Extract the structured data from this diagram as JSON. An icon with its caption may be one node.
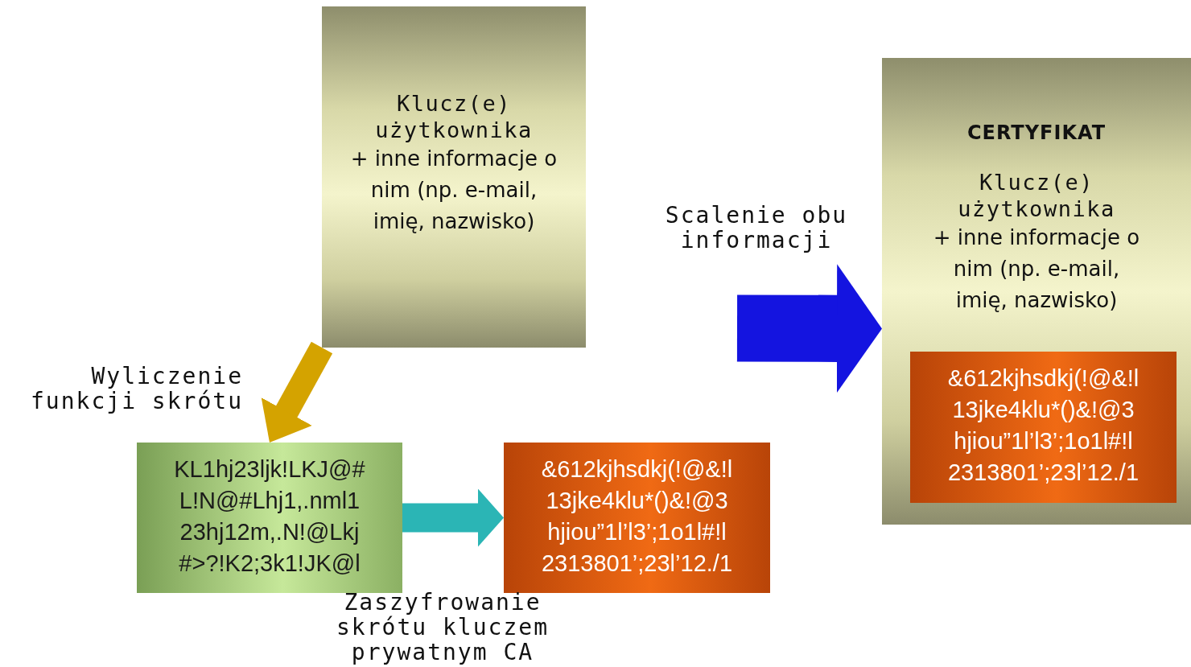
{
  "diagram": {
    "nodes": [
      {
        "text": [
          "Klucz(e) użytkownika",
          "+ inne informacje o nim (np. e-mail, imię, nazwisko)"
        ]
      },
      {
        "text": [
          "KL1hj23ljk!LKJ@# L!N@#Lhj1,.nml1 23hj12m,.N!@Lkj #>?!K2;3k1!JK@l"
        ]
      },
      {
        "text": [
          "&612kjhsdkj(!@&!l 13jke4klu*()&!@3 hjiou”1l’l3’;1o1l#!l 2313801’;23l’12./1"
        ]
      },
      {
        "text": [
          "CERTYFIKAT",
          "Klucz(e) użytkownika",
          "+ inne informacje o nim (np. e-mail, imię, nazwisko)"
        ]
      },
      {
        "text": [
          "&612kjhsdkj(!@&!l 13jke4klu*()&!@3 hjiou”1l’l3’;1o1l#!l 2313801’;23l’12./1"
        ],
        "in": 3
      }
    ],
    "edges": [
      {
        "from": 0,
        "to": 1,
        "arrow": "to",
        "label": "Wyliczenie funkcji skrótu",
        "color": "#d4a300"
      },
      {
        "from": 1,
        "to": 2,
        "arrow": "to",
        "label": "Zaszyfrowanie skrótu kluczem prywatnym CA",
        "color": "#2bb5b5"
      },
      {
        "from": null,
        "to": 3,
        "arrow": "to",
        "label": "Scalenie obu informacji",
        "style": "thick",
        "color": "#1414e0"
      }
    ]
  }
}
